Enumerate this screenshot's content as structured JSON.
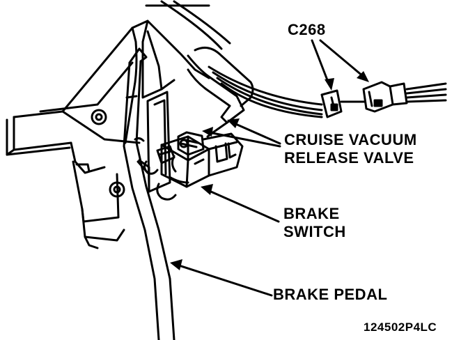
{
  "labels": {
    "connector": "C268",
    "valve_line1": "CRUISE VACUUM",
    "valve_line2": "RELEASE VALVE",
    "switch_line1": "BRAKE",
    "switch_line2": "SWITCH",
    "pedal": "BRAKE PEDAL",
    "figure_code": "124502P4LC"
  },
  "colors": {
    "ink": "#000000",
    "paper": "#ffffff"
  }
}
